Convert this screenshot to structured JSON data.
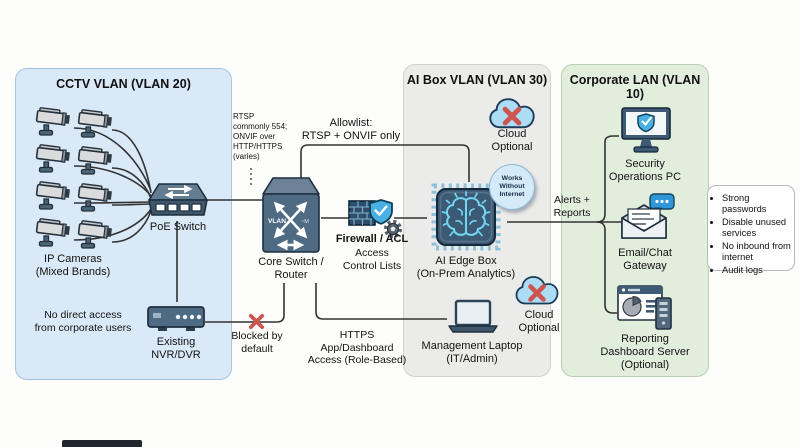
{
  "panels": {
    "cctv": {
      "title": "CCTV VLAN (VLAN 20)"
    },
    "aibox": {
      "title": "AI Box VLAN (VLAN 30)"
    },
    "corporate": {
      "title": "Corporate LAN (VLAN 10)"
    }
  },
  "nodes": {
    "ip_cameras": "IP Cameras\n(Mixed Brands)",
    "poe_switch": "PoE Switch",
    "nvr": "Existing\nNVR/DVR",
    "core_switch": "Core Switch /\nRouter",
    "core_vlan_text": "VLAN",
    "core_mark_text": "~M",
    "firewall_title": "Firewall / ACL",
    "firewall_sub": "Access\nControl Lists",
    "ai_edge_box": "AI Edge Box\n(On-Prem Analytics)",
    "works_badge": "Works\nWithout\nInternet",
    "cloud_top": "Cloud\nOptional",
    "cloud_bottom": "Cloud\nOptional",
    "laptop": "Management Laptop\n(IT/Admin)",
    "security_pc": "Security\nOperations PC",
    "email_gateway": "Email/Chat\nGateway",
    "reporting_server": "Reporting\nDashboard Server\n(Optional)"
  },
  "notes": {
    "no_direct_access": "No direct access\nfrom corporate users",
    "rtsp": "RTSP\ncommonly 554;\nONVIF over\nHTTP/HTTPS\n(varies)",
    "allowlist": "Allowlist:\nRTSP + ONVIF only",
    "blocked": "Blocked by\ndefault",
    "https": "HTTPS\nApp/Dashboard\nAccess (Role-Based)",
    "alerts": "Alerts +\nReports"
  },
  "tips": [
    "Strong passwords",
    "Disable unused services",
    "No inbound from internet",
    "Audit logs"
  ],
  "icons": {
    "camera": "cctv-camera-icon",
    "poe_switch": "poe-switch-icon",
    "nvr": "nvr-dvr-icon",
    "core_switch": "core-switch-icon",
    "firewall": "firewall-shield-gear-icon",
    "ai_chip": "ai-chip-brain-icon",
    "cloud_blocked": "cloud-crossed-icon",
    "laptop": "laptop-icon",
    "security_pc": "monitor-shield-icon",
    "email": "envelope-chat-icon",
    "reporting": "dashboard-server-icon"
  },
  "colors": {
    "panel_cctv": "#d9e9f7",
    "panel_ai": "#ebebe9",
    "panel_corp": "#e2eedc",
    "slate": "#4f6b83",
    "cyan": "#74d6f2",
    "shield_blue": "#49b0e3",
    "cloud_blue": "#addcf5",
    "red_x": "#cd5550",
    "wire": "#333333"
  }
}
